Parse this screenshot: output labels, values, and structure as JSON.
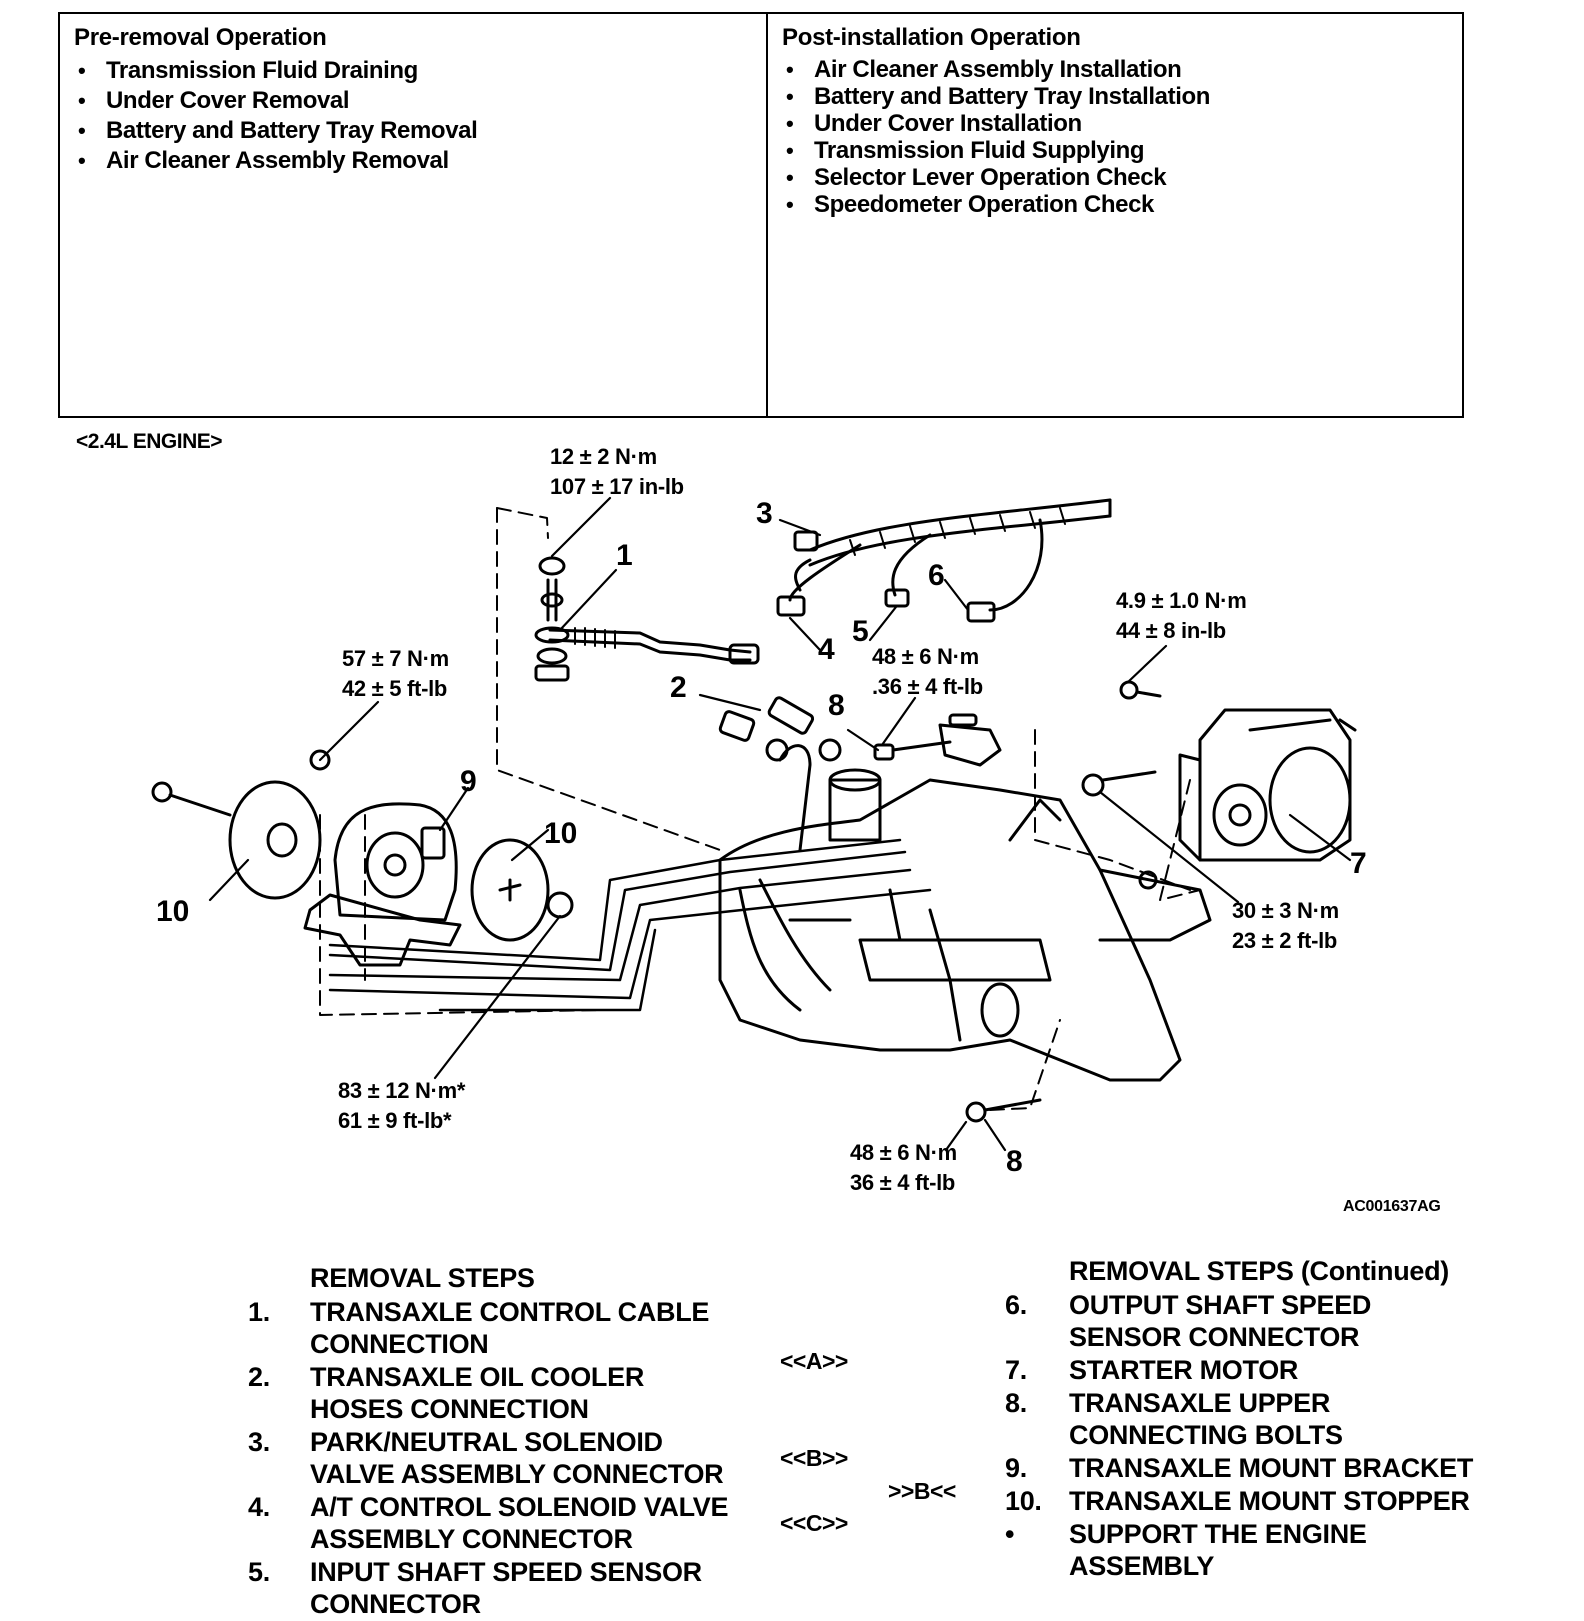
{
  "pre_removal": {
    "title": "Pre-removal Operation",
    "items": [
      "Transmission Fluid Draining",
      "Under Cover Removal",
      "Battery and Battery Tray Removal",
      "Air Cleaner Assembly Removal"
    ]
  },
  "post_installation": {
    "title": "Post-installation Operation",
    "items": [
      "Air Cleaner Assembly Installation",
      "Battery and Battery Tray Installation",
      "Under Cover Installation",
      "Transmission Fluid Supplying",
      "Selector Lever Operation Check",
      "Speedometer Operation Check"
    ]
  },
  "bullet": "•",
  "diagram": {
    "engine_tag": "<2.4L ENGINE>",
    "figure_code": "AC001637AG",
    "torques": {
      "t1_nm": "12 ± 2 N·m",
      "t1_in": "107 ± 17 in-lb",
      "t2_nm": "57 ± 7 N·m",
      "t2_ft": "42 ± 5 ft-lb",
      "t3_nm": "48 ± 6 N·m",
      "t3_ft": ".36 ± 4 ft-lb",
      "t4_nm": "4.9 ± 1.0 N·m",
      "t4_in": "44 ± 8 in-lb",
      "t5_nm": "30 ± 3 N·m",
      "t5_ft": "23 ± 2 ft-lb",
      "t6_nm": "83 ± 12 N·m*",
      "t6_ft": "61 ± 9 ft-lb*",
      "t7_nm": "48 ± 6 N·m",
      "t7_ft": "36 ± 4 ft-lb"
    },
    "callouts": {
      "c1": "1",
      "c2": "2",
      "c3": "3",
      "c4": "4",
      "c5": "5",
      "c6": "6",
      "c7": "7",
      "c8a": "8",
      "c8b": "8",
      "c9": "9",
      "c10a": "10",
      "c10b": "10"
    }
  },
  "removal_steps": {
    "title": "REMOVAL STEPS",
    "title_continued": "REMOVAL STEPS (Continued)",
    "left": [
      {
        "n": "1.",
        "lines": [
          "TRANSAXLE CONTROL CABLE",
          "CONNECTION"
        ]
      },
      {
        "n": "2.",
        "lines": [
          "TRANSAXLE OIL COOLER",
          "HOSES CONNECTION"
        ]
      },
      {
        "n": "3.",
        "lines": [
          "PARK/NEUTRAL SOLENOID",
          "VALVE ASSEMBLY CONNECTOR"
        ]
      },
      {
        "n": "4.",
        "lines": [
          "A/T CONTROL SOLENOID VALVE",
          "ASSEMBLY CONNECTOR"
        ]
      },
      {
        "n": "5.",
        "lines": [
          "INPUT SHAFT SPEED SENSOR",
          "CONNECTOR"
        ]
      }
    ],
    "right": [
      {
        "n": "6.",
        "lines": [
          "OUTPUT SHAFT SPEED",
          "SENSOR CONNECTOR"
        ]
      },
      {
        "n": "7.",
        "lines": [
          "STARTER MOTOR"
        ]
      },
      {
        "n": "8.",
        "lines": [
          "TRANSAXLE UPPER",
          "CONNECTING BOLTS"
        ]
      },
      {
        "n": "9.",
        "lines": [
          "TRANSAXLE MOUNT BRACKET"
        ]
      },
      {
        "n": "10.",
        "lines": [
          "TRANSAXLE MOUNT STOPPER"
        ]
      },
      {
        "n": "•",
        "lines": [
          "SUPPORT THE ENGINE",
          "ASSEMBLY"
        ]
      }
    ],
    "markers": {
      "a": "<<A>>",
      "b": "<<B>>",
      "b_install": ">>B<<",
      "c": "<<C>>"
    }
  }
}
